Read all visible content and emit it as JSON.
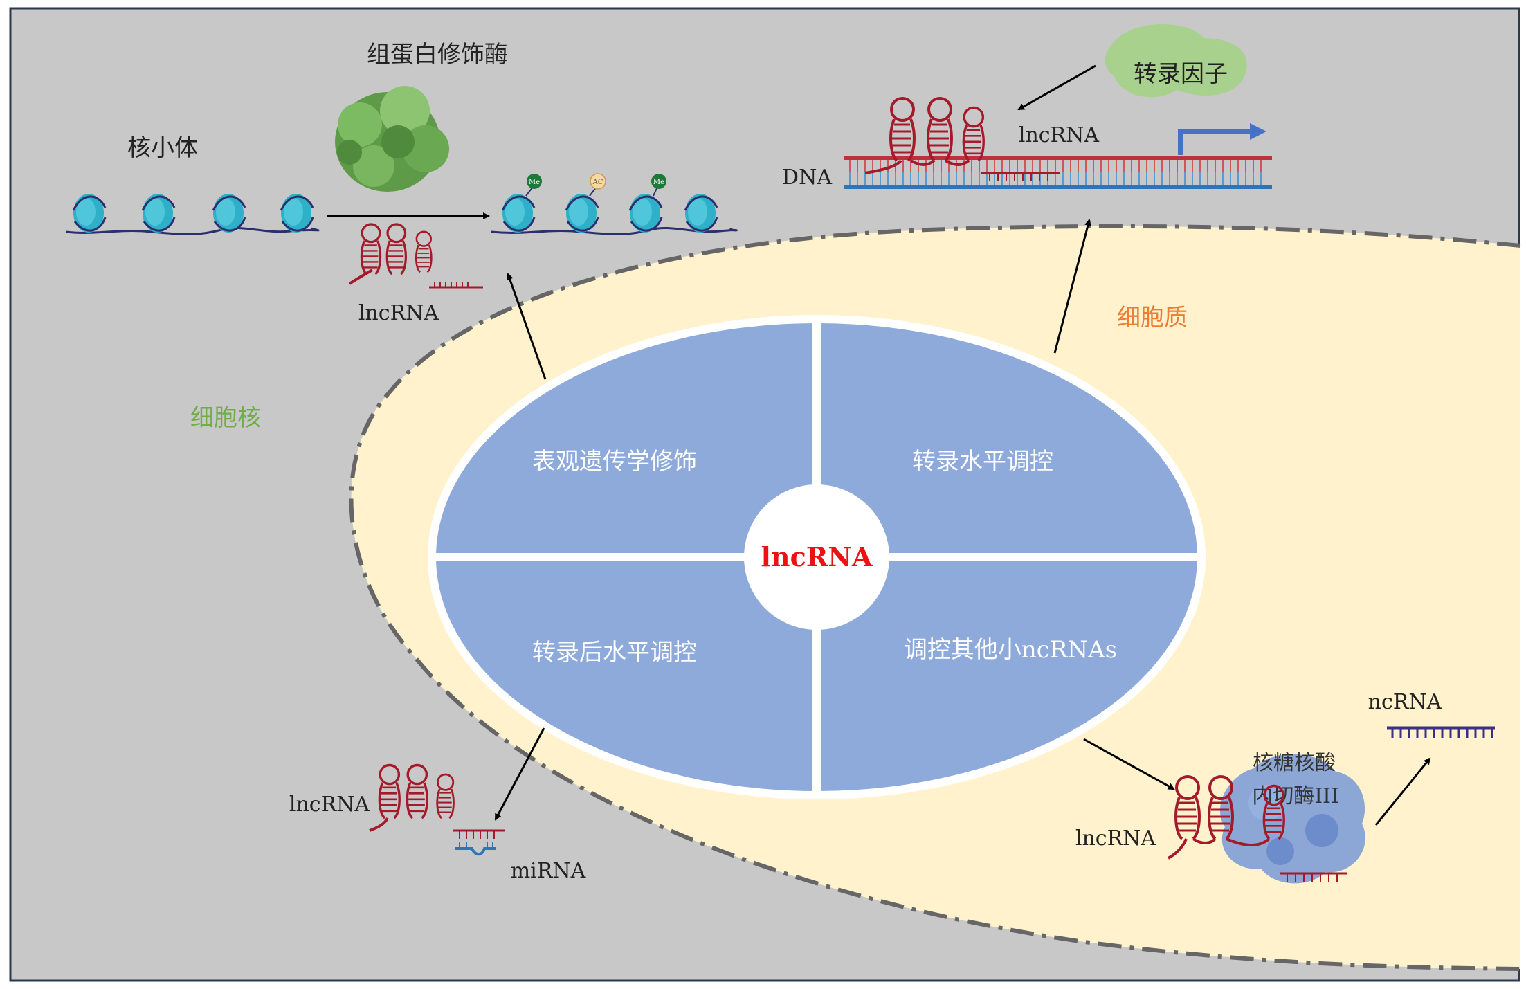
{
  "regions": {
    "nucleus": "细胞核",
    "cytoplasm": "细胞质"
  },
  "center": {
    "label": "lncRNA",
    "quadrants": {
      "top_left": "表观遗传学修饰",
      "top_right": "转录水平调控",
      "bottom_left": "转录后水平调控",
      "bottom_right": "调控其他小ncRNAs"
    }
  },
  "epigenetic": {
    "enzyme_label": "组蛋白修饰酶",
    "nucleosome_label": "核小体",
    "lncrna_label": "lncRNA",
    "marks": [
      "Me",
      "AC",
      "Me"
    ]
  },
  "transcription": {
    "factor_label": "转录因子",
    "lncrna_label": "lncRNA",
    "dna_label": "DNA"
  },
  "post_transcription": {
    "lncrna_label": "lncRNA",
    "mirna_label": "miRNA"
  },
  "small_rna": {
    "enzyme_label_line1": "核糖核酸",
    "enzyme_label_line2": "内切酶III",
    "lncrna_label": "lncRNA",
    "ncrna_label": "ncRNA"
  },
  "colors": {
    "background_gray": "#c8c8c8",
    "cytoplasm_fill": "#fff2cc",
    "quadrant_fill": "#8eaadb",
    "center_text": "#ee1111",
    "nucleus_text": "#70ad47",
    "cytoplasm_text": "#ed7d31",
    "rna_red": "#a31a2a",
    "nucleosome": "#2eb0c8",
    "dna_blue": "#2e75b6",
    "arrow_blue": "#4472c4",
    "ncrna_purple": "#3b2f86",
    "enzyme_green": "#74b05a",
    "tf_green": "#a9d18e",
    "rnase_blue": "#7f9fd6"
  }
}
